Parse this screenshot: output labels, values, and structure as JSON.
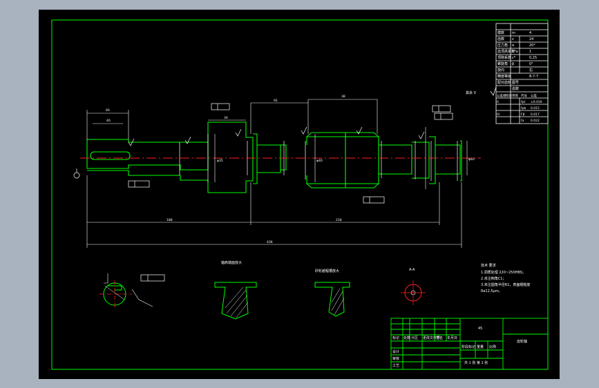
{
  "gear_params": [
    [
      "模数",
      "m",
      "4"
    ],
    [
      "齿数",
      "z",
      "24"
    ],
    [
      "压力角",
      "α",
      "20°"
    ],
    [
      "齿顶高系数",
      "h*a",
      "1"
    ],
    [
      "顶隙系数",
      "c*",
      "0.25"
    ],
    [
      "螺旋角",
      "β",
      "0°"
    ],
    [
      "旋向",
      "",
      "右"
    ],
    [
      "精度等级",
      "",
      "8-7-7"
    ],
    [
      "配对齿轮",
      "图号",
      ""
    ],
    [
      "",
      "齿数",
      ""
    ]
  ],
  "inspect_rows": [
    [
      "公差组",
      "检验项目",
      "代号",
      "公差"
    ],
    [
      "II",
      "",
      "fpt",
      "±0.016"
    ],
    [
      "",
      "",
      "fpb",
      "0.015"
    ],
    [
      "III",
      "",
      "Fβ",
      "0.017"
    ],
    [
      "",
      "",
      "fa",
      "0.022"
    ]
  ],
  "views": {
    "detail_a": "轴肩端面放大",
    "detail_b": "砂轮越程槽放大",
    "section_title": "A-A"
  },
  "tech_req": {
    "title": "技术 要求",
    "lines": [
      "1.调质处理 220~250HBS；",
      "2.未注倒角C1；",
      "3.未注圆角半径R1，表面粗糙度",
      "Ra12.5μm。"
    ]
  },
  "title_block": {
    "part_name": "齿轮轴",
    "material": "45",
    "scale_label": "比例",
    "mass_label": "重量",
    "stage_label": "阶段标记",
    "sheet_text": "共 1 张 第 1 张",
    "rows": [
      "标记",
      "设计",
      "审核",
      "工艺"
    ],
    "cols": [
      "处数",
      "分区",
      "更改文件号",
      "签名",
      "年月日"
    ]
  }
}
